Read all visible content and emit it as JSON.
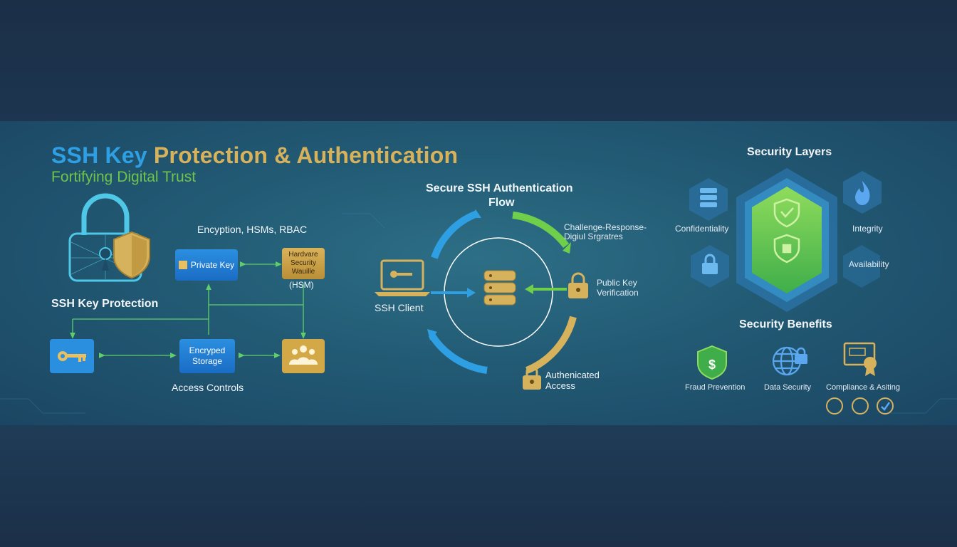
{
  "title": {
    "part1": "SSH Key",
    "part2": "Protection & Authentication"
  },
  "subtitle": "Fortifying Digital Trust",
  "left": {
    "protection_label": "SSH Key Protection",
    "encryption_label": "Encyption, HSMs, RBAC",
    "private_key": "Private Key",
    "hsm_box": "Hardvare Security Wauille",
    "hsm_caption": "(HSM)",
    "encrypted_storage_line1": "Encryped",
    "encrypted_storage_line2": "Storage",
    "access_controls": "Access Controls"
  },
  "flow": {
    "title_line1": "Secure SSH Authentication",
    "title_line2": "Flow",
    "challenge_line1": "Challenge-Response-",
    "challenge_line2": "Digiul Srgratres",
    "public_key_line1": "Public Key",
    "public_key_line2": "Verification",
    "ssh_client": "SSH Client",
    "auth_line1": "Authenicated",
    "auth_line2": "Access"
  },
  "layers": {
    "title": "Security Layers",
    "confidentiality": "Confidentiality",
    "integrity": "Integrity",
    "availability": "Availability"
  },
  "benefits": {
    "title": "Security Benefits",
    "fraud": "Fraud Prevention",
    "data": "Data Security",
    "compliance": "Compliance & Asiting"
  },
  "colors": {
    "blue": "#2b8fe0",
    "gold": "#d7b25c",
    "green": "#6fc54a",
    "panel": "#225a74"
  }
}
